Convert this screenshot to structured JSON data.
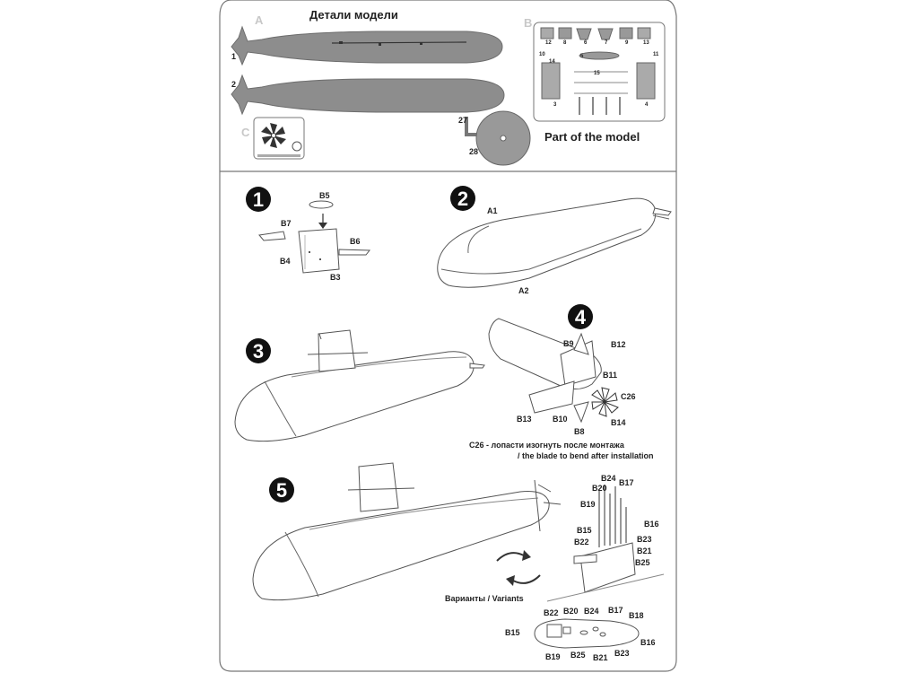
{
  "header": {
    "title_ru": "Детали модели",
    "title_en": "Part of the model",
    "sprue_a": "A",
    "sprue_b": "B",
    "sprue_c": "C"
  },
  "sprue_parts": {
    "a1": "1",
    "a2": "2",
    "p27": "27",
    "p28": "28",
    "b_numbers": [
      "12",
      "8",
      "6",
      "7",
      "9",
      "13",
      "5",
      "10",
      "14",
      "11",
      "15",
      "3",
      "4"
    ]
  },
  "steps": [
    {
      "number": "1",
      "labels": [
        "B5",
        "B7",
        "B6",
        "B4",
        "B3"
      ]
    },
    {
      "number": "2",
      "labels": [
        "A1",
        "A2"
      ]
    },
    {
      "number": "3",
      "labels": []
    },
    {
      "number": "4",
      "labels": [
        "B9",
        "B12",
        "B11",
        "C26",
        "B13",
        "B10",
        "B14",
        "B8"
      ]
    },
    {
      "number": "5",
      "labels": [
        "B24",
        "B20",
        "B17",
        "B19",
        "B16",
        "B15",
        "B22",
        "B23",
        "B21",
        "B25"
      ]
    }
  ],
  "notes": {
    "c26_ru": "C26 - лопасти изогнуть после монтажа",
    "c26_en": "/  the blade to bend after installation",
    "variants": "Варианты / Variants"
  },
  "variant_labels": [
    "B22",
    "B20",
    "B24",
    "B17",
    "B18",
    "B15",
    "B16",
    "B19",
    "B25",
    "B21",
    "B23"
  ]
}
